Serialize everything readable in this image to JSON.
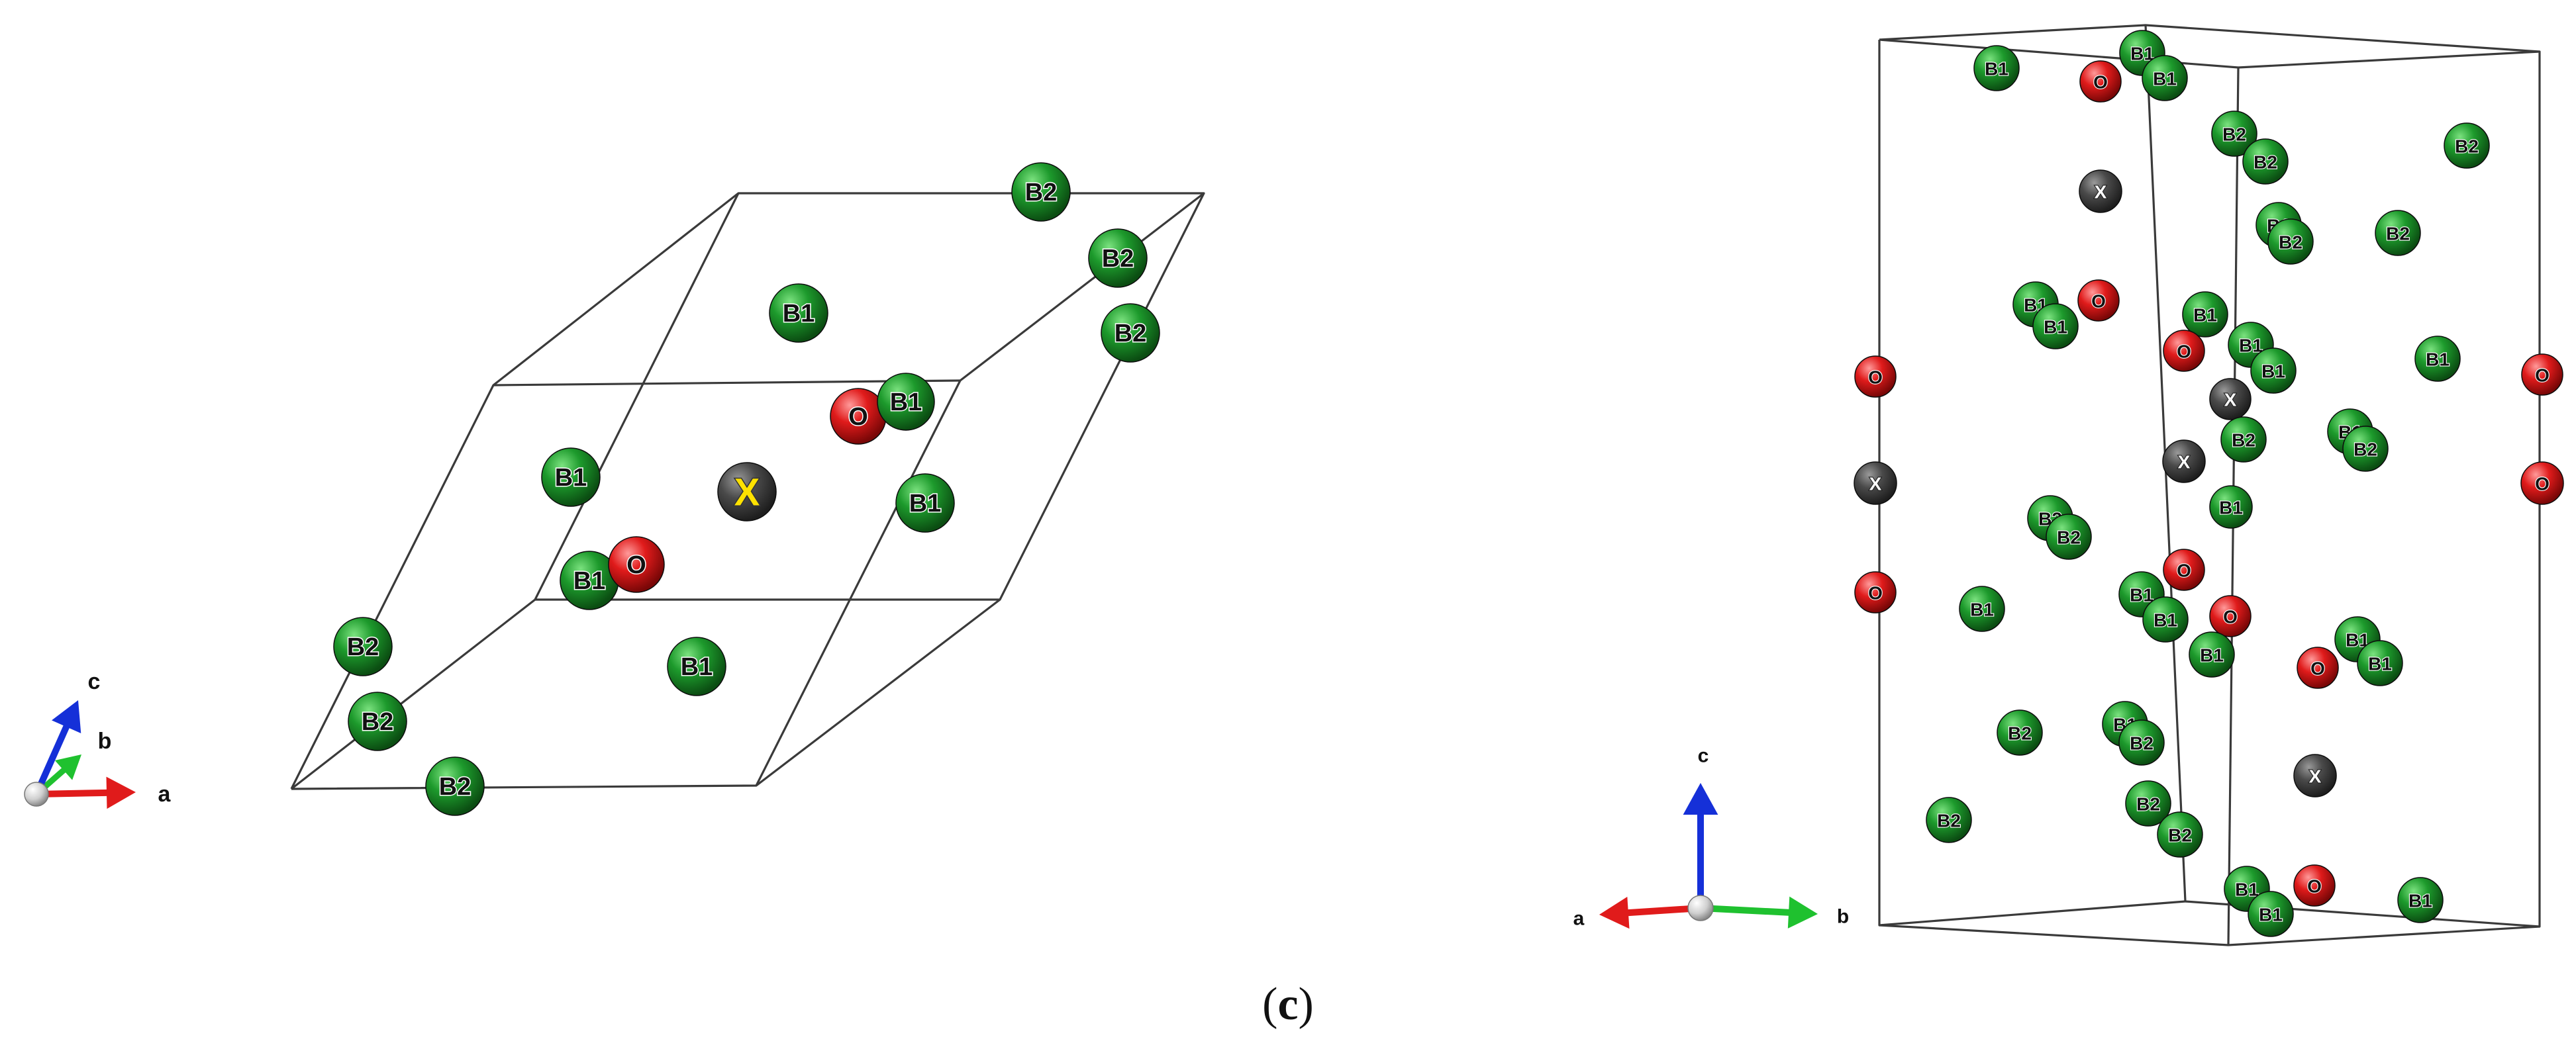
{
  "colors": {
    "B1": "#1d9a2c",
    "B2": "#1d9a2c",
    "O": "#e01b1b",
    "X": "#444444",
    "label_dark": "#111111",
    "label_light": "#ffffff",
    "label_X_left": "#ffe200",
    "axis_a": "#e01b1b",
    "axis_b": "#1fc12f",
    "axis_c": "#1530d8",
    "axis_origin": "#d0d0d0"
  },
  "left_panel": {
    "atoms": [
      {
        "label": "B2"
      },
      {
        "label": "B2"
      },
      {
        "label": "B2"
      },
      {
        "label": "B1"
      },
      {
        "label": "O"
      },
      {
        "label": "B1"
      },
      {
        "label": "B1"
      },
      {
        "label": "X"
      },
      {
        "label": "B1"
      },
      {
        "label": "B1"
      },
      {
        "label": "O"
      },
      {
        "label": "B1"
      },
      {
        "label": "B2"
      },
      {
        "label": "B2"
      },
      {
        "label": "B2"
      }
    ],
    "axes": {
      "a": "a",
      "b": "b",
      "c": "c"
    }
  },
  "right_panel": {
    "atoms": [
      {
        "label": "B1"
      },
      {
        "label": "B1"
      },
      {
        "label": "B1"
      },
      {
        "label": "O"
      },
      {
        "label": "B2"
      },
      {
        "label": "B2"
      },
      {
        "label": "B2"
      },
      {
        "label": "X"
      },
      {
        "label": "B1"
      },
      {
        "label": "B2"
      },
      {
        "label": "B2"
      },
      {
        "label": "B1"
      },
      {
        "label": "B1"
      },
      {
        "label": "O"
      },
      {
        "label": "B1"
      },
      {
        "label": "O"
      },
      {
        "label": "B1"
      },
      {
        "label": "B1"
      },
      {
        "label": "B1"
      },
      {
        "label": "O"
      },
      {
        "label": "O"
      },
      {
        "label": "X"
      },
      {
        "label": "X"
      },
      {
        "label": "B2"
      },
      {
        "label": "B1"
      },
      {
        "label": "B2"
      },
      {
        "label": "X"
      },
      {
        "label": "B1"
      },
      {
        "label": "B2"
      },
      {
        "label": "B2"
      },
      {
        "label": "O"
      },
      {
        "label": "O"
      },
      {
        "label": "B1"
      },
      {
        "label": "B1"
      },
      {
        "label": "B1"
      },
      {
        "label": "O"
      },
      {
        "label": "B1"
      },
      {
        "label": "B1"
      },
      {
        "label": "B1"
      },
      {
        "label": "O"
      },
      {
        "label": "B2"
      },
      {
        "label": "B1"
      },
      {
        "label": "B2"
      },
      {
        "label": "X"
      },
      {
        "label": "B2"
      },
      {
        "label": "B2"
      },
      {
        "label": "B2"
      },
      {
        "label": "B1"
      },
      {
        "label": "B1"
      },
      {
        "label": "O"
      },
      {
        "label": "B1"
      },
      {
        "label": "O"
      }
    ],
    "axes": {
      "a": "a",
      "b": "b",
      "c": "c"
    }
  },
  "caption": {
    "open": "(",
    "letter": "c",
    "close": ")"
  }
}
